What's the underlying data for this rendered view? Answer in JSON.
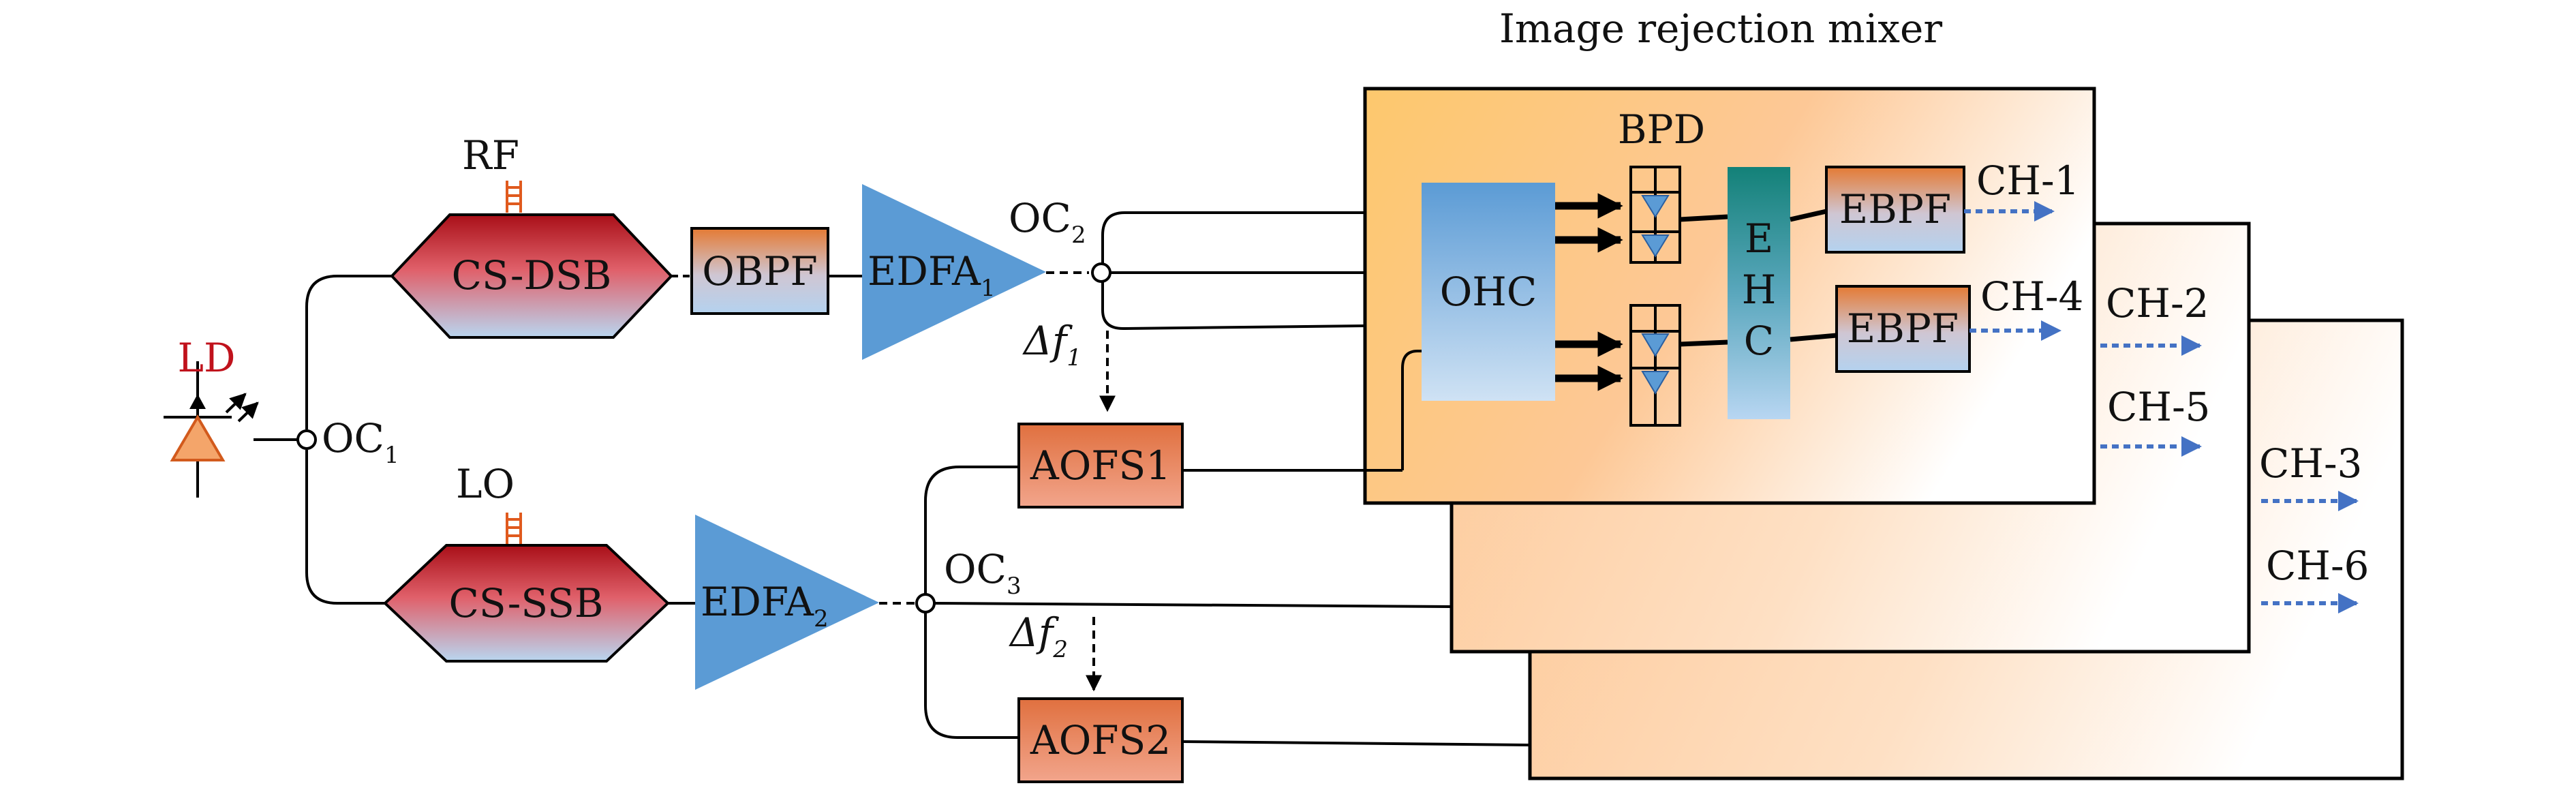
{
  "title": "Image rejection mixer",
  "labels": {
    "ld": "LD",
    "rf": "RF",
    "lo": "LO",
    "oc1": "OC",
    "oc1_sub": "1",
    "oc2": "OC",
    "oc2_sub": "2",
    "oc3": "OC",
    "oc3_sub": "3",
    "df1": "Δf",
    "df1_sub": "1",
    "df2": "Δf",
    "df2_sub": "2",
    "bpd": "BPD"
  },
  "blocks": {
    "cs_dsb": "CS-DSB",
    "cs_ssb": "CS-SSB",
    "obpf": "OBPF",
    "edfa1": "EDFA",
    "edfa1_sub": "1",
    "edfa2": "EDFA",
    "edfa2_sub": "2",
    "aofs1": "AOFS1",
    "aofs2": "AOFS2",
    "ohc": "OHC",
    "ehc_e": "E",
    "ehc_h": "H",
    "ehc_c": "C",
    "ebpf_top": "EBPF",
    "ebpf_bottom": "EBPF"
  },
  "channels": [
    "CH-1",
    "CH-4",
    "CH-2",
    "CH-5",
    "CH-3",
    "CH-6"
  ],
  "colors": {
    "ld_label": "#c0121c",
    "modulator_red": "#b5121b",
    "modulator_blue": "#b8d4ee",
    "amp_blue": "#5b9bd5",
    "filter_orange": "#e07a3a",
    "aofs_salmon": "#e8856a",
    "panel_orange": "#fdbf7a",
    "ehc_teal": "#1a8c86",
    "channel_arrow": "#4472c4",
    "rf_port": "#e05a1e"
  }
}
